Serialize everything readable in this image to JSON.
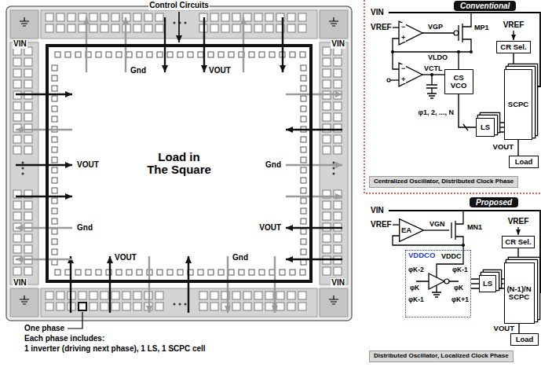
{
  "diagram": {
    "nodes": [
      {
        "text": [
          "Load in The Square"
        ]
      },
      {
        "text": [
          "Conventional"
        ]
      },
      {
        "text": [
          "CS VCO"
        ]
      },
      {
        "text": [
          "CR Sel."
        ]
      },
      {
        "text": [
          "LS"
        ]
      },
      {
        "text": [
          "SCPC"
        ]
      },
      {
        "text": [
          "Load"
        ]
      },
      {
        "text": [
          "Centralized Oscillator, Distributed Clock Phase"
        ]
      },
      {
        "text": [
          "Proposed"
        ]
      },
      {
        "text": [
          "EA"
        ]
      },
      {
        "text": [
          "VDDCO"
        ]
      },
      {
        "text": [
          "CR Sel."
        ]
      },
      {
        "text": [
          "LS"
        ]
      },
      {
        "text": [
          "(N-1)/N SCPC"
        ]
      },
      {
        "text": [
          "Load"
        ]
      },
      {
        "text": [
          "Distributed Oscillator, Localized Clock Phase"
        ]
      }
    ],
    "edges": [
      {
        "from": 2,
        "to": 4,
        "label": "φ1, 2, ..., N",
        "arrow": "none"
      },
      {
        "from": 4,
        "to": 5,
        "arrow": "none"
      },
      {
        "from": 3,
        "to": 5,
        "arrow": "to"
      },
      {
        "from": 5,
        "to": 6,
        "label": "VOUT",
        "arrow": "none"
      },
      {
        "from": 10,
        "to": 12,
        "arrow": "none"
      },
      {
        "from": 12,
        "to": 13,
        "arrow": "none"
      },
      {
        "from": 11,
        "to": 13,
        "arrow": "to"
      },
      {
        "from": 13,
        "to": 14,
        "label": "VOUT",
        "arrow": "none"
      }
    ],
    "labels": [
      "Control Circuits",
      "VIN",
      "VIN",
      "VIN",
      "VIN",
      "Gnd",
      "VOUT",
      "VOUT",
      "Gnd",
      "Gnd",
      "VOUT",
      "VOUT",
      "Gnd",
      "One phase",
      "Each phase includes:",
      "1 inverter (driving next phase), 1 LS, 1 SCPC cell",
      "VIN",
      "VREF",
      "−",
      "+",
      "VGP",
      "MP1",
      "VLDO",
      "−",
      "+",
      "VCTL",
      "VREF",
      "VIN",
      "VREF",
      "VGN",
      "MN1",
      "VDDC",
      "φK-2",
      "φK",
      "φK-1",
      "φK-1",
      "φK",
      "φK+1",
      "VREF"
    ]
  }
}
